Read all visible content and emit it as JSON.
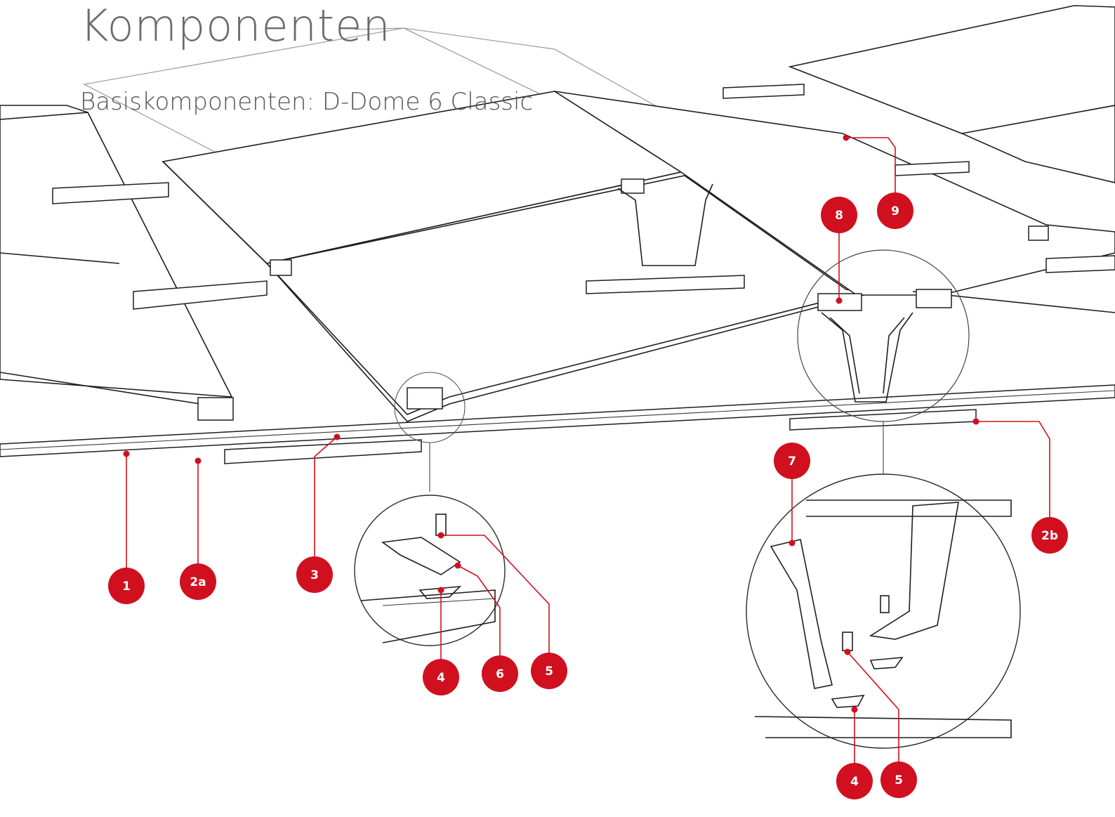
{
  "header": {
    "title": "Komponenten",
    "subtitle": "Basiskomponenten: D-Dome 6 Classic"
  },
  "colors": {
    "accent": "#d0101f",
    "line": "#1e1e1e",
    "title": "#6b6b6b"
  },
  "callouts": [
    {
      "id": "c1",
      "label": "1"
    },
    {
      "id": "c2a",
      "label": "2a"
    },
    {
      "id": "c3",
      "label": "3"
    },
    {
      "id": "c4a",
      "label": "4"
    },
    {
      "id": "c6",
      "label": "6"
    },
    {
      "id": "c5a",
      "label": "5"
    },
    {
      "id": "c7",
      "label": "7"
    },
    {
      "id": "c8",
      "label": "8"
    },
    {
      "id": "c9",
      "label": "9"
    },
    {
      "id": "c2b",
      "label": "2b"
    },
    {
      "id": "c4b",
      "label": "4"
    },
    {
      "id": "c5b",
      "label": "5"
    }
  ]
}
